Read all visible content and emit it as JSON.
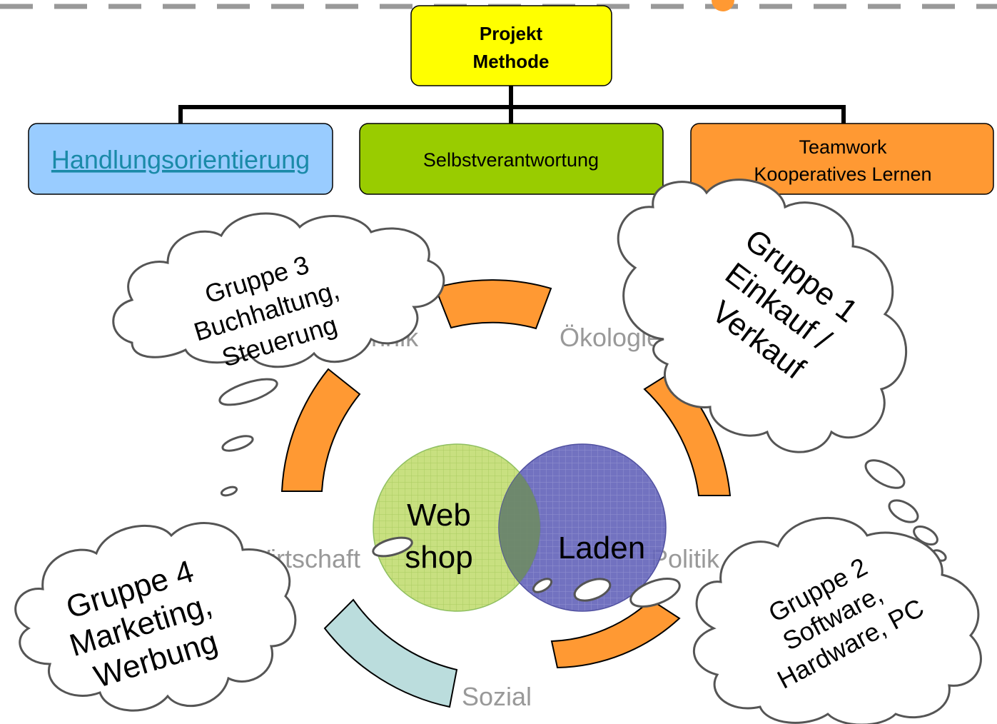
{
  "colors": {
    "root_fill": "#ffff00",
    "handlung_fill": "#99ccff",
    "selbst_fill": "#99cc00",
    "team_fill": "#ff9933",
    "arc_orange": "#ff9933",
    "arc_teal": "#bbdddd",
    "webshop_fill": "#c8e080",
    "laden_fill": "#6666bb",
    "link_color": "#1a8aa8",
    "ring_label_color": "#999999",
    "dash_color": "#999999"
  },
  "root": {
    "line1": "Projekt",
    "line2": "Methode"
  },
  "branches": {
    "handlung": {
      "label": "Handlungsorientierung"
    },
    "selbst": {
      "label": "Selbstverantwortung"
    },
    "team": {
      "line1": "Teamwork",
      "line2": "Kooperatives Lernen"
    }
  },
  "ring_labels": {
    "technik": "Technik",
    "oekologie": "Ökologie",
    "wirtschaft": "Wirtschaft",
    "politik": "Politik",
    "sozial": "Sozial"
  },
  "venn": {
    "webshop_line1": "Web",
    "webshop_line2": "shop",
    "laden": "Laden"
  },
  "groups": {
    "g3": {
      "line1": "Gruppe 3",
      "line2": "Buchhaltung,",
      "line3": "Steuerung"
    },
    "g1": {
      "line1": "Gruppe 1",
      "line2": "Einkauf /",
      "line3": "Verkauf"
    },
    "g4": {
      "line1": "Gruppe 4",
      "line2": "Marketing,",
      "line3": "Werbung"
    },
    "g2": {
      "line1": "Gruppe 2",
      "line2": "Software,",
      "line3": "Hardware, PC"
    }
  }
}
